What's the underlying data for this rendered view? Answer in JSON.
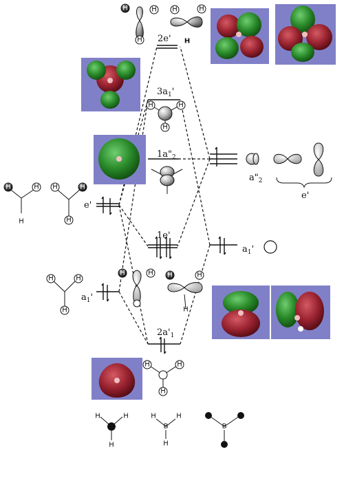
{
  "diagram": {
    "labels": {
      "level_2e_prime": "2e'",
      "level_3a1_prime": "3a",
      "level_3a1_prime_sub": "1",
      "level_3a1_prime_sup": "'",
      "level_1a2_double_prime": "1a\"",
      "level_1a2_double_prime_sub": "2",
      "level_1e_prime": "1e'",
      "level_2a1_prime": "2a'",
      "level_2a1_prime_sub": "1",
      "left_e_prime": "e'",
      "left_a1_prime": "a",
      "left_a1_prime_sub": "1",
      "left_a1_prime_sup": "'",
      "right_a2_double_prime": "a\"",
      "right_a2_double_prime_sub": "2",
      "right_e_prime": "e'",
      "right_a1_prime": "a",
      "right_a1_prime_sub": "1",
      "right_a1_prime_sup": "'"
    },
    "atoms": {
      "h": "H",
      "b": "B"
    },
    "colors": {
      "orbital_panel": "#8080c8",
      "lobe_green": "#1e6e1e",
      "lobe_red": "#8a1c24",
      "line": "#111111",
      "filled_atom": "#111111"
    }
  }
}
